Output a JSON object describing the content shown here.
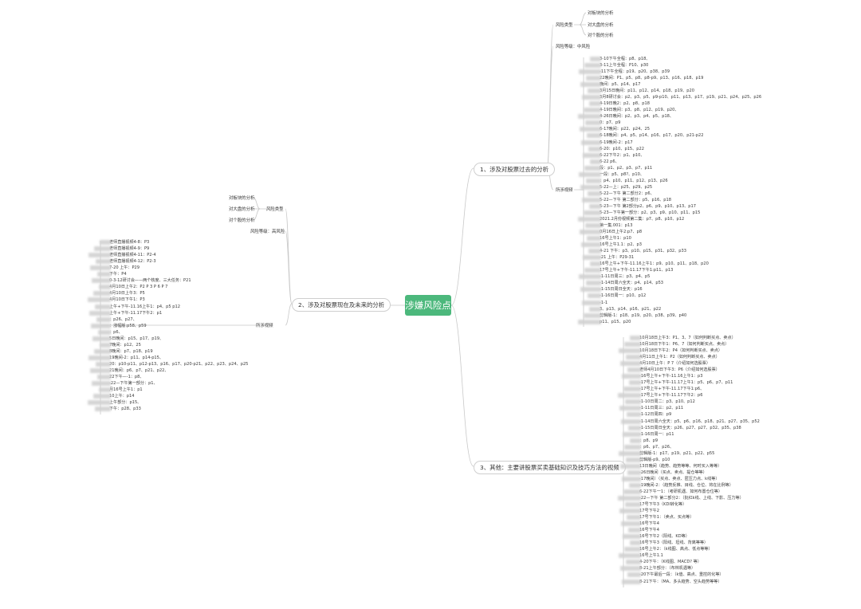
{
  "root": "涉嫌风险点",
  "branches": {
    "b1": "1、涉及对股票过去的分析",
    "b2": "2、涉及对股票现在及未来的分析",
    "b3": "3、其他：主要讲股票买卖基础知识及技巧方法的视频"
  },
  "b1": {
    "type_label": "风险类型",
    "types": [
      "对板块的分析",
      "对大盘的分析",
      "对个股的分析"
    ],
    "level": "风险等级：中风险",
    "videos_label": "所涉视频",
    "videos": [
      "3-10下午全程：p8、p18、",
      "3-11上午全程：P10、p30",
      "-11下午全程：p19、p20、p38、p39",
      "22晚间：P1、p5、p8、p8-p9、p13、p16、p18、p19",
      "晚间：p5、p14、p17",
      "3月15日晚间：p11、p12、p14、p18、p19、p20",
      "3月8研讨会：p2、p3、p5、p9-p10、p11、p13、p17、p19、p21、p24、p25、p26",
      "4-19日晚2：p2、p8、p18",
      "4-19日晚间：p3、p8、p12、p19、p20、",
      "4-26日晚间：p2、p3、p4、p5、p18、",
      "0：p7、p9",
      "6-17晚间：p22、p24、25",
      "6-18晚间：p4、p5、p14、p16、p17、p20、p21-p22",
      "6-19晚间-2：p17",
      "6-20：p10、p15、p22",
      "6-22下午2：p1、p10、",
      "6-22 p6、",
      "段：p1、p2、p3、p7、p11",
      "一段：p5、p8?、p10、",
      "：p4、p10、p11、p12、p13、p26",
      "5-22—上：p25、p29、p25",
      "5-22—下午 第二部分2：p6、",
      "5-22—下午 第二部分：p5、p16、p18",
      "5-23—下午 第2部分p2、p6、p9、p10、p13、p17",
      "5-23—下午第一部分：p2、p3、p9、p10、p11、p15",
      "2021.2月份视频第二集：p7、p8、p10、p12",
      "第一集.001：p13",
      "0月16日上午2:p7、p8",
      "16号上午1：p10",
      "16号上午1.1：p2、p3",
      "4-21 下午：p3、p10、p15、p31、p32、p33",
      "-21 上午：P29-31",
      "16号上午+下午-11.16上午1：p9、p10、p11、p18、p20",
      "17号上午+下午-11.17下午1:p11、p13",
      "-1-11日周三：p3、p4、p5",
      "-1-14日周六全天：p4、p14、p53",
      "-1-15日周日全天：p16",
      "-1-16日周一：p10、p12",
      "-1-1",
      "3、p13、p14、p16、p21、p22",
      "剪辑版-1：p18、p19、p20、p38、p39、p40",
      "p11、p15、p20"
    ]
  },
  "b2": {
    "type_label": "风险类型",
    "types": [
      "对板块的分析",
      "对大盘的分析",
      "对个股的分析"
    ],
    "level": "风险等级：高风险",
    "videos_label": "所涉视频",
    "videos": [
      "老师直播视频4-8：P3",
      "老师直播视频4-9：P9",
      "老师直播视频4-11：P2-4",
      "老师直播视频4-12：P2-3",
      "7-20 上午：P29",
      "下午：P4",
      "0-3-12研讨会——两个核度、三大任务：P21",
      "4月10日上午2：P2 P 3 P 6 P 7",
      "4月10日上午3：P5",
      "4月10日下午1：P3",
      "上午+下午-11.16上午1：p4、p5 p12",
      "上午+下午-11.17下午2：p1",
      "：p26、p27、",
      "：涨幅版:p58、p59",
      "：p6、",
      "5日晚间：p15、p17、p19、",
      "7晚间：p12、25",
      "8晚间：p7、p18、p19",
      "19晚间-2：p11、p14-p15、",
      "20：p10-p11、p12-p13、p16、p17、p20-p21、p22、p23、p24、p25",
      "21晚间：p6、p7、p21、p22、",
      "22下午—-1：p8、",
      "-22—下午第一部分：p1、",
      "月16号上午1：p1",
      "10上午：p14",
      "上午部分：p15、",
      "下午：p28、p33"
    ]
  },
  "b3": {
    "videos": [
      "10月18日上午3：P1、3、7（如何判断买点、卖点）",
      "10月18日下午1：P6、7（如何判断买点、卖点）",
      "10月18日下午2：P4（如何判断买点、卖点）",
      "4月11日上午1：P2（如何判断买点、卖点）",
      "4月10日上午：P 7（介绍如何选股票）",
      "老师4月10日下午3：P6（介绍如何选股票）",
      "-16号上午+下午-11.16上午1：p3",
      "-17号上午+下午-11.17上午1：p5、p6、p7、p11",
      "-17号上午+下午-11.17下午1:p6、",
      "-17号上午+下午-11.17下午2：p6",
      "-1-10日周二：p3、p10、p12",
      "-1-11日周三：p2、p11",
      "-1-12日周四：p9",
      "-1-14日周六全天：p5、p6、p16、p18、p21、p27、p35、p52",
      "-1-15日周日全天：p26、p27、p27、p32、p35、p38",
      "-1-16日周一：p11",
      "：p8、p9",
      "：p6、p7、p26、",
      "剪辑版-1：p17、p19、p21、p22、p55",
      "剪辑版-p9、p10",
      "13日晚间（趋势、趋势等等、何时买入等等）",
      "-26日晚间（买点、卖点、提仓等等）",
      "-17晚间）（买点、卖点、匿压力点、k线等）",
      "-19晚间-2：（趋势反推、目线、仓位、将在比例等）",
      "6-22下午一1：（考研机遇、如何布置仓位等）",
      "-22—下午 第二部分2：（批红k线、上线、下影、压力等）",
      "17号下午3（KDI转化等）",
      "17号下午2",
      "17号下午1：（卖点、买点等）",
      "16号下午4",
      "16号下午4",
      "16号下午2（阳线、KD等）",
      "16号下午3（阳线、坦线、背离等等）",
      "16号上午2：（k线图、高点、低点等等）",
      "16号上午1.1",
      "4-20下午：（K线图、MACD? 等）",
      "8-21上午部分：（布林机遇等）",
      "-20下午最后一段：（k值、高点、重控的化等）",
      "8-21下午：（MA、多头趋势、空头趋势等等）"
    ]
  }
}
